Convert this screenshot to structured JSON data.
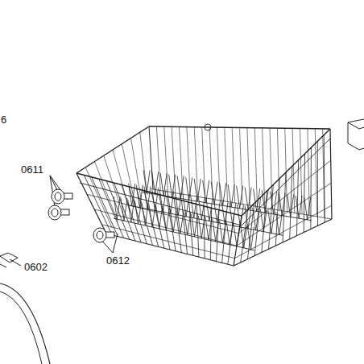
{
  "diagram": {
    "labels": [
      "6",
      "0611",
      "0612",
      "0602"
    ]
  }
}
